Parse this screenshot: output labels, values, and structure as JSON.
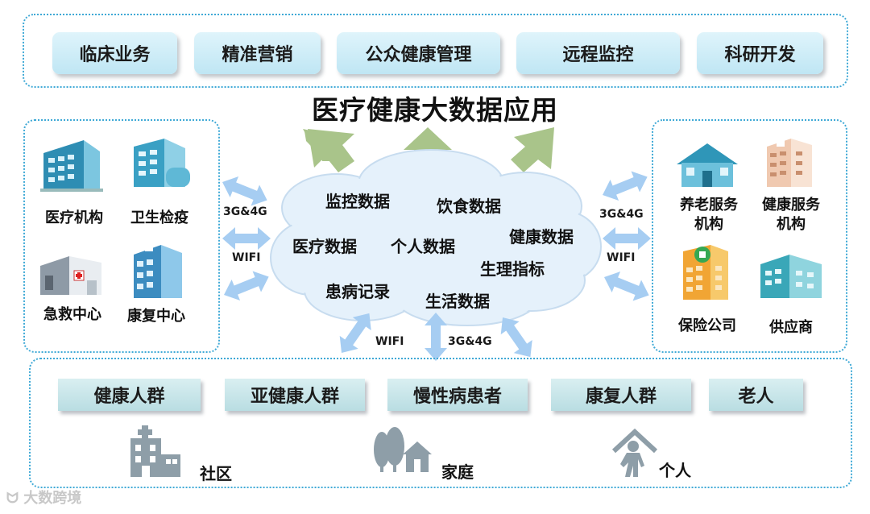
{
  "title": "医疗健康大数据应用",
  "applications": [
    "临床业务",
    "精准营销",
    "公众健康管理",
    "远程监控",
    "科研开发"
  ],
  "left_institutions": [
    "医疗机构",
    "卫生检疫",
    "急救中心",
    "康复中心"
  ],
  "right_institutions": {
    "elderly_line1": "养老服务",
    "elderly_line2": "机构",
    "health_line1": "健康服务",
    "health_line2": "机构",
    "insurance": "保险公司",
    "supplier": "供应商"
  },
  "network": {
    "left_top": "3G&4G",
    "left_bottom": "WIFI",
    "right_top": "3G&4G",
    "right_bottom": "WIFI",
    "bottom_left": "WIFI",
    "bottom_right": "3G&4G"
  },
  "cloud_items": [
    "监控数据",
    "饮食数据",
    "医疗数据",
    "个人数据",
    "健康数据",
    "生理指标",
    "患病记录",
    "生活数据"
  ],
  "groups": [
    "健康人群",
    "亚健康人群",
    "慢性病患者",
    "康复人群",
    "老人"
  ],
  "places": [
    "社区",
    "家庭",
    "个人"
  ],
  "watermark": "大数跨境",
  "colors": {
    "dotted_border": "#3fa9d6",
    "up_arrow": "#a9c48a",
    "network_arrow": "#a6cdf2",
    "cloud_fill": "#e5f1fb"
  }
}
